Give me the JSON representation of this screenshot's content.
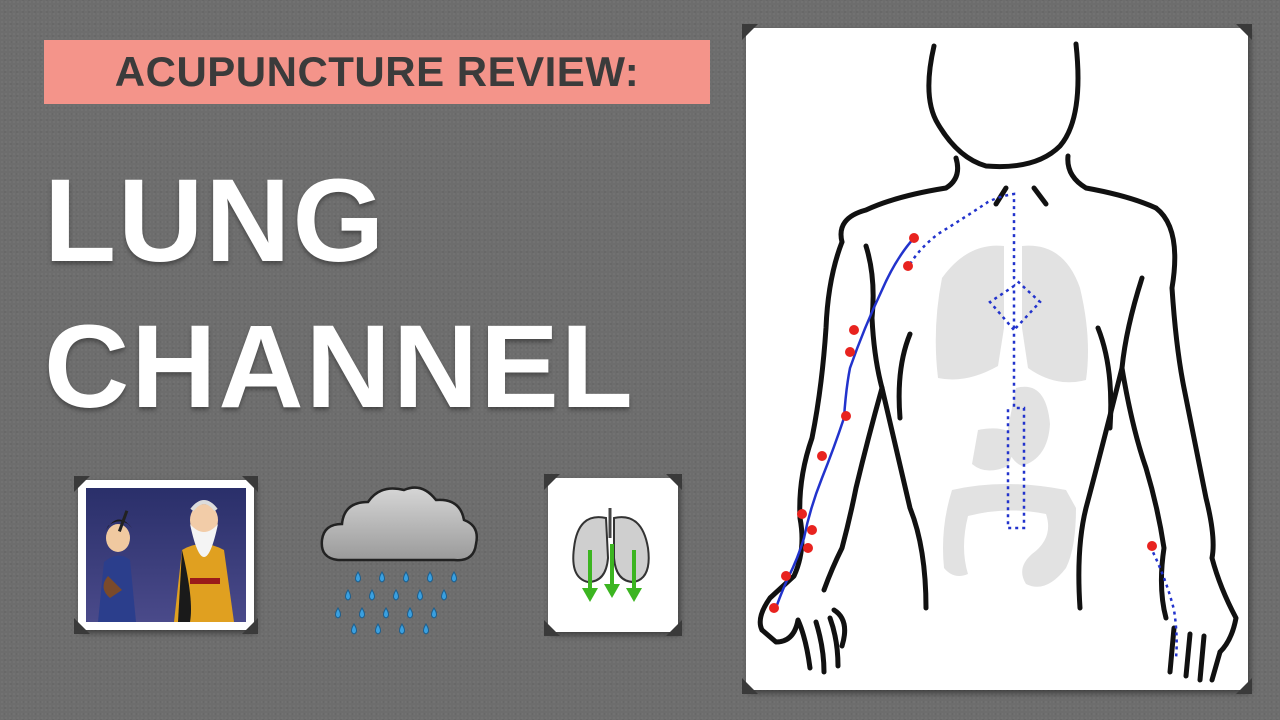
{
  "subtitle": "ACUPUNCTURE REVIEW:",
  "title": {
    "line1": "LUNG",
    "line2": "CHANNEL"
  },
  "icons": {
    "cartoon": "cartoon-characters-image",
    "cloud": "rain-cloud-icon",
    "lungs": "lungs-descending-arrows-icon",
    "body": "lung-channel-body-diagram"
  },
  "colors": {
    "banner": "#f4948a",
    "background": "#6d6d6d",
    "channel_line": "#2233cc",
    "acupoint": "#e8231f",
    "arrow": "#3cb521",
    "raindrop": "#3aa0e0"
  }
}
